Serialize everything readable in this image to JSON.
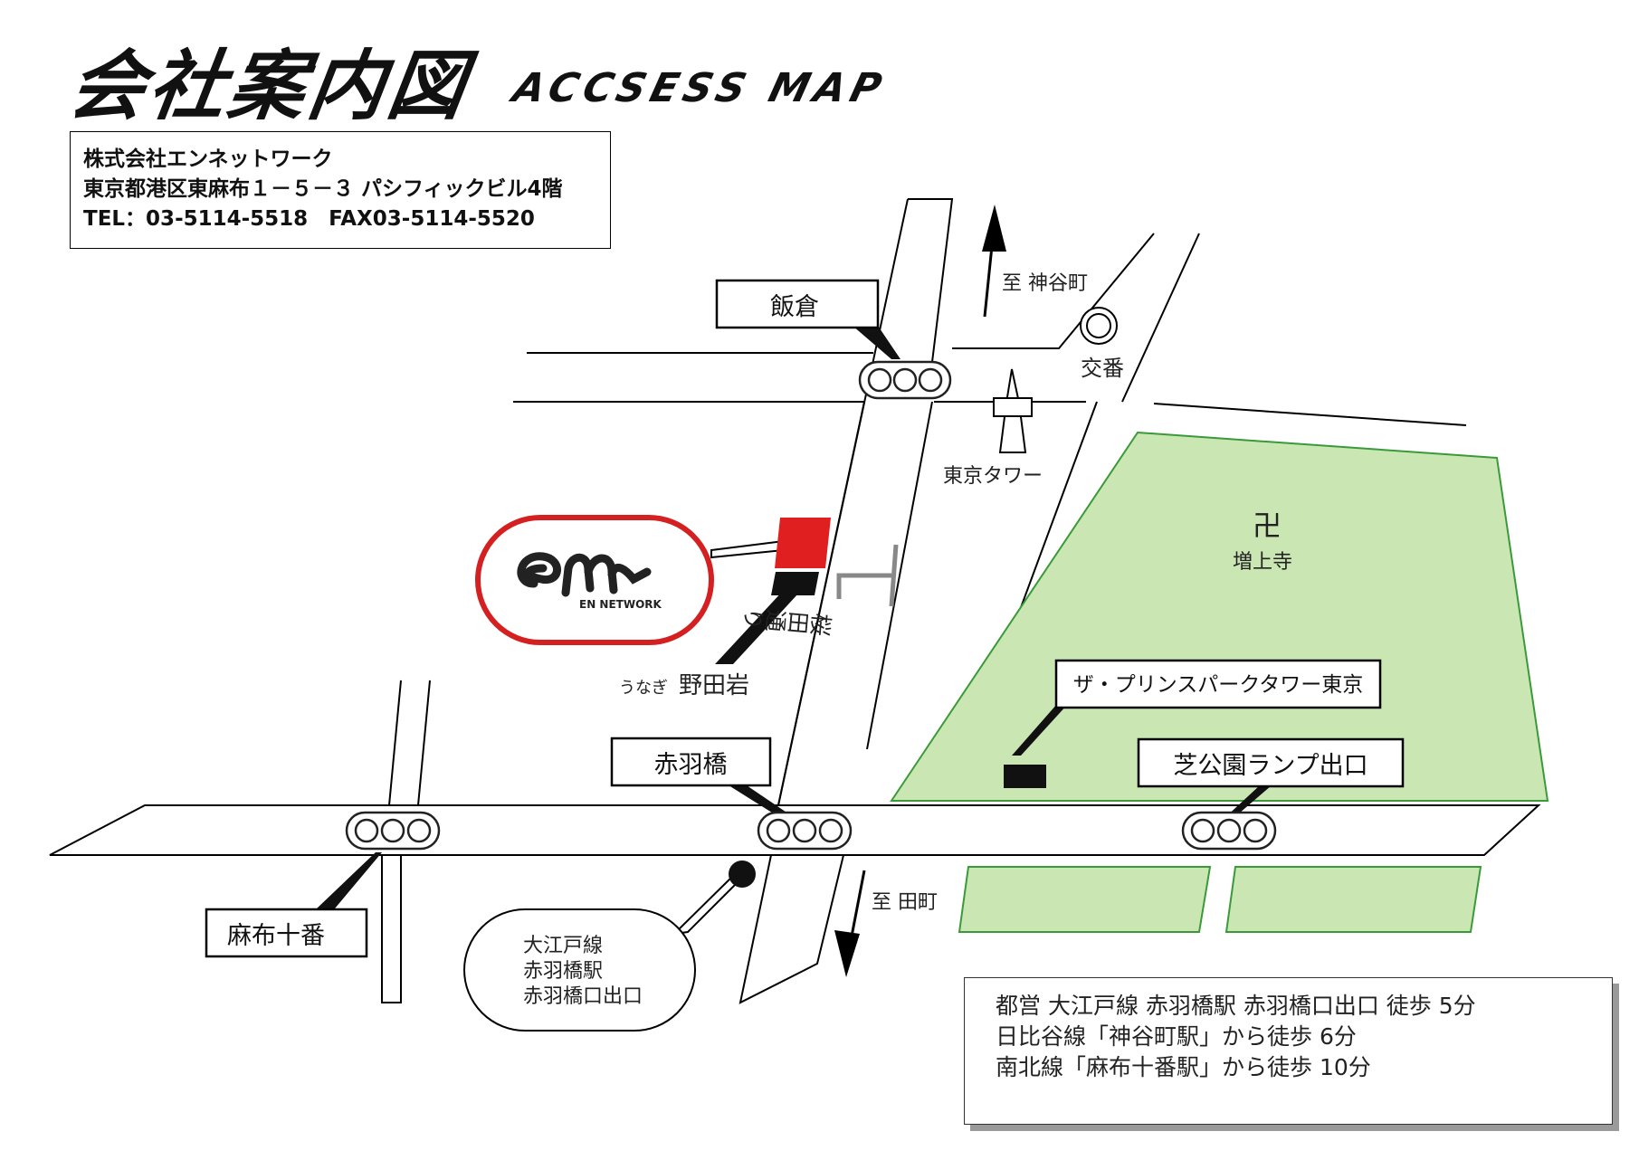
{
  "header": {
    "title": "会社案内図",
    "subtitle": "ACCSESS MAP"
  },
  "company": {
    "name": "株式会社エンネットワーク",
    "address": "東京都港区東麻布１－５－３ パシフィックビル4階",
    "phone": "TEL：03-5114-5518　FAX03-5114-5520"
  },
  "logo": {
    "brand": "EN NETWORK",
    "accent_color": "#e02020"
  },
  "labels": {
    "iikura": "飯倉",
    "kamiyacho": "至 神谷町",
    "koban": "交番",
    "tokyo_tower": "東京タワー",
    "zojoji_mark": "卍",
    "zojoji": "増上寺",
    "unagi_small": "うなぎ",
    "unagi_name": "野田岩",
    "sakurada_street": "桜田通り",
    "prince": "ザ・プリンスパークタワー東京",
    "akabanebashi": "赤羽橋",
    "shibakoen": "芝公園ランプ出口",
    "azabujuban": "麻布十番",
    "tamachi": "至 田町",
    "station_line": "大江戸線",
    "station_name": "赤羽橋駅",
    "station_exit": "赤羽橋口出口"
  },
  "access": {
    "line1": "都営 大江戸線 赤羽橋駅 赤羽橋口出口 徒歩 5分",
    "line2": "日比谷線「神谷町駅」から徒歩 6分",
    "line3": "南北線「麻布十番駅」から徒歩 10分"
  },
  "colors": {
    "park_fill": "#c9e6b3",
    "park_stroke": "#3a9a3a",
    "signal_stroke": "#222"
  }
}
